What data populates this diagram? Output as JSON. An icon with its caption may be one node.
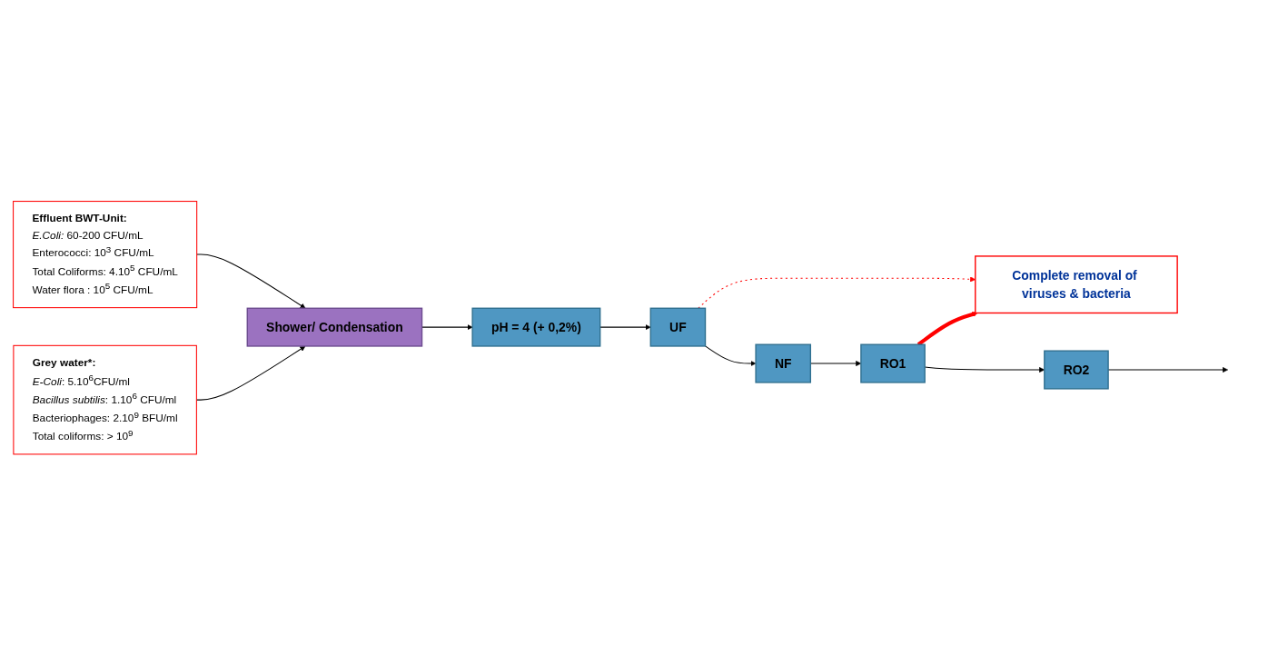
{
  "diagram": {
    "nodes": [
      {
        "text": [
          "pH = 4 (+ 0,2%)"
        ]
      },
      {
        "text": [
          "UF"
        ]
      },
      {
        "text": [
          "NF"
        ]
      },
      {
        "text": [
          "Complete removal of viruses & bacteria"
        ]
      },
      {
        "text": [
          "Shower/ Condensation"
        ]
      },
      {
        "text": [
          "RO1"
        ]
      },
      {
        "text": [
          "RO2"
        ]
      },
      {
        "text": [
          "Effluent BWT-Unit:",
          "*E.Coli:* 60-200 CFU/mL",
          "Enterococci: 10$^{3}$ CFU/mL",
          "Total Coliforms: 4.10$^{5}$ CFU/mL",
          "Water flora : 10$^{5}$ CFU/mL"
        ]
      },
      {
        "text": [
          "Grey water*:",
          "*E-Coli*: 5.10$^{6}$CFU/ml",
          "*Bacillus subtilis*: 1.10$^{6}$ CFU/ml",
          "Bacteriophages: 2.10$^{9}$ BFU/ml",
          "Total coliforms: > 10$^{9}$"
        ]
      }
    ],
    "edges": [
      {
        "from": 4,
        "to": 0,
        "arrow": "to"
      },
      {
        "from": 0,
        "to": 1,
        "arrow": "to"
      },
      {
        "from": 1,
        "to": 2,
        "arrow": "to"
      },
      {
        "from": 2,
        "to": 5,
        "arrow": "to"
      },
      {
        "from": 5,
        "to": 6,
        "arrow": "to"
      },
      {
        "from": 6,
        "to": null,
        "arrow": "to"
      },
      {
        "from": 7,
        "to": 4,
        "arrow": "to"
      },
      {
        "from": 8,
        "to": 4,
        "arrow": "to"
      },
      {
        "from": 1,
        "to": 3,
        "arrow": "to",
        "style": "dashed",
        "color": "#ff0000"
      },
      {
        "from": 5,
        "to": 3,
        "arrow": "to",
        "style": "thick",
        "color": "#ff0000"
      }
    ]
  }
}
